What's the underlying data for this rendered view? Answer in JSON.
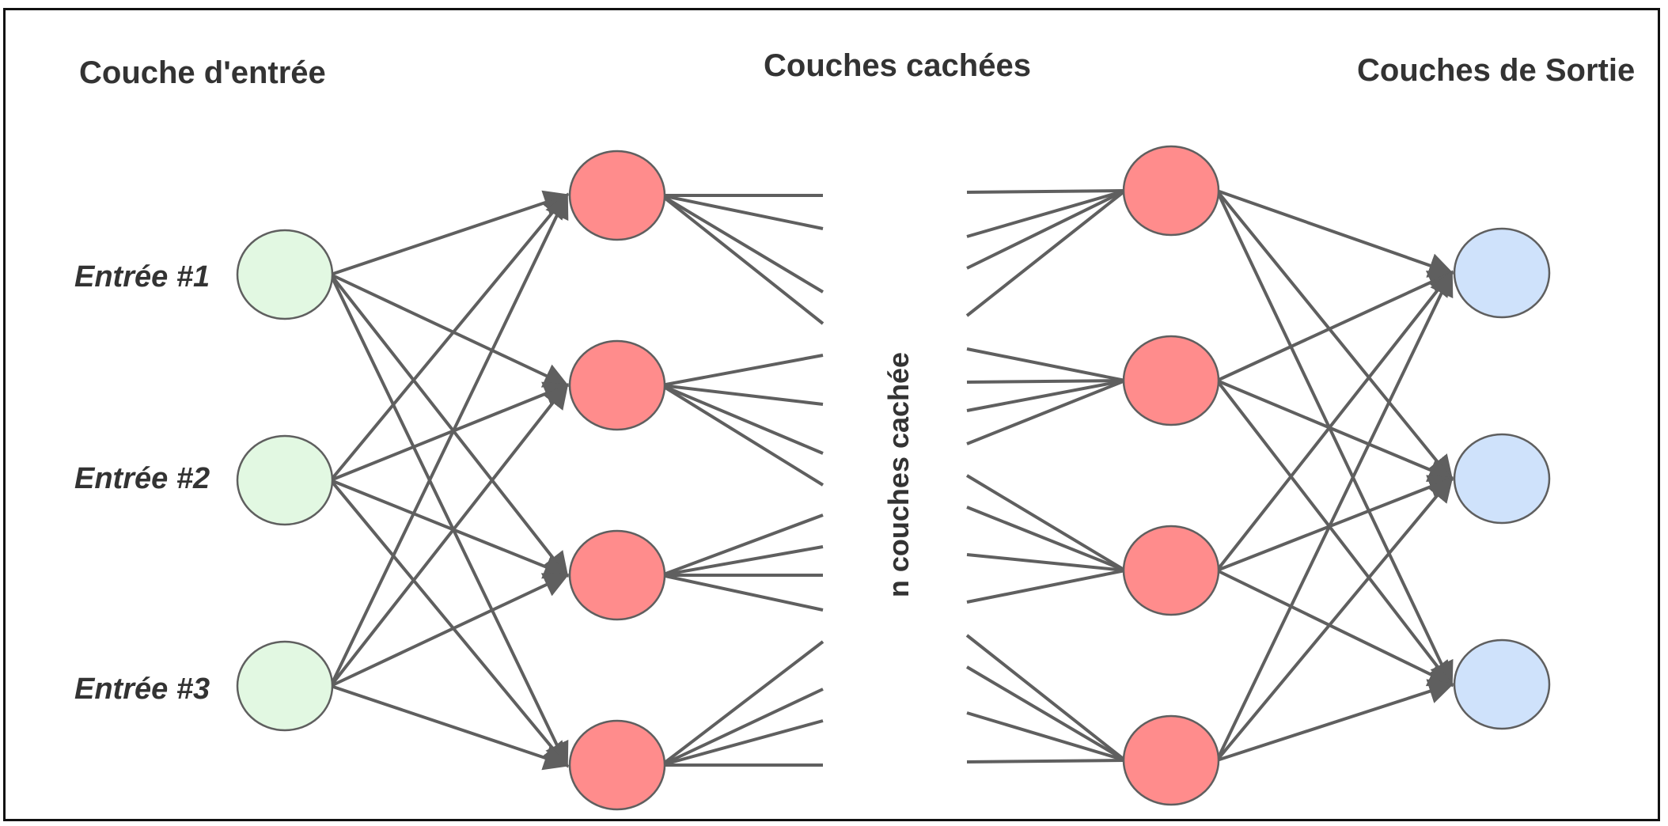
{
  "titles": {
    "input_layer": "Couche d'entrée",
    "hidden_layers": "Couches cachées",
    "output_layer": "Couches de Sortie"
  },
  "middle_label": "n couches cachée",
  "inputs": [
    {
      "label": "Entrée #1"
    },
    {
      "label": "Entrée #2"
    },
    {
      "label": "Entrée #3"
    }
  ],
  "layers": {
    "input": {
      "count": 3,
      "color": "#e2f8e2"
    },
    "hidden_first": {
      "count": 4,
      "color": "#ff8c8c"
    },
    "hidden_last": {
      "count": 4,
      "color": "#ff8c8c"
    },
    "output": {
      "count": 3,
      "color": "#cfe2fb"
    }
  },
  "colors": {
    "edge": "#5f5f5f",
    "text": "#333333",
    "frame": "#111111"
  }
}
